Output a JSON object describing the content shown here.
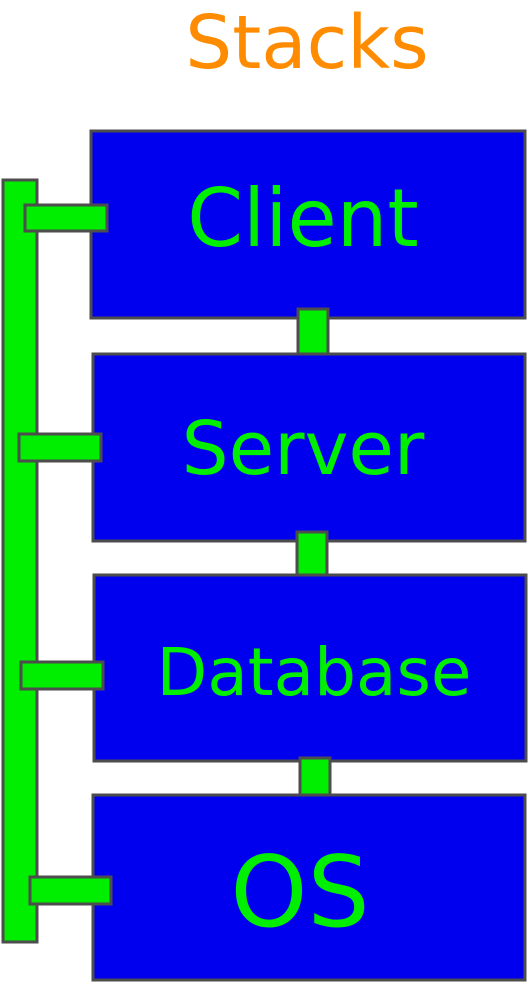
{
  "title": "Stacks",
  "layers": [
    {
      "label": "Client"
    },
    {
      "label": "Server"
    },
    {
      "label": "Database"
    },
    {
      "label": "OS"
    }
  ],
  "colors": {
    "title": "#ff8c00",
    "box_fill": "#0000ee",
    "box_stroke": "#4d4d4d",
    "label": "#00ee00",
    "connector": "#00ee00"
  }
}
